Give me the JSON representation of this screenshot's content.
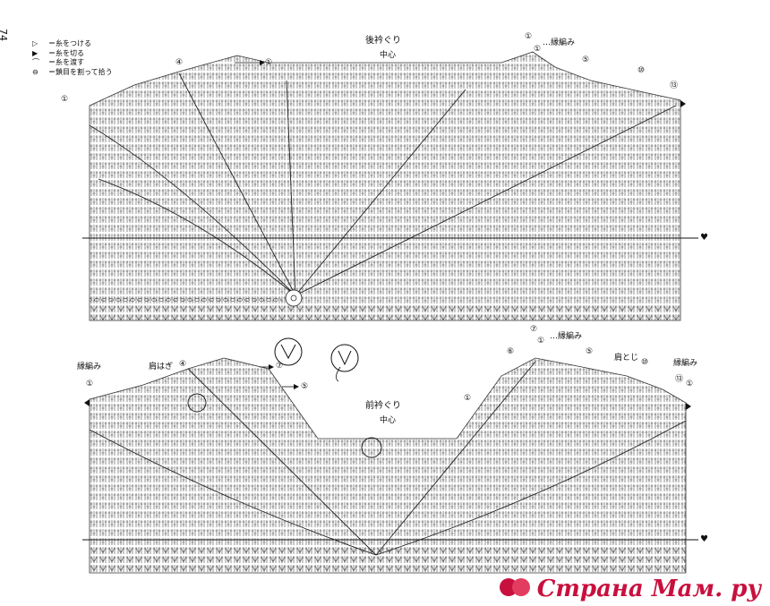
{
  "page_number": "74",
  "legend": [
    {
      "icon": "open-triangle-icon",
      "symbol": "▷",
      "text": "＝糸をつける"
    },
    {
      "icon": "filled-triangle-icon",
      "symbol": "▶",
      "text": "＝糸を切る"
    },
    {
      "icon": "carry-yarn-icon",
      "symbol": "⌒",
      "text": "＝糸を渡す"
    },
    {
      "icon": "split-chain-icon",
      "symbol": "⊖",
      "text": "＝鎖目を割って拾う"
    }
  ],
  "back": {
    "neck_label": "後衿ぐり",
    "center_label": "中心",
    "edge_label": "…縁編み",
    "row_numbers": [
      "①",
      "④",
      "①",
      "①",
      "①",
      "⑤",
      "⑩",
      "⑬"
    ],
    "heart": "♥"
  },
  "front": {
    "neck_label": "前衿ぐり",
    "center_label": "中心",
    "edge_label_left": "縁編み",
    "shoulder_left": "肩はぎ",
    "shoulder_right": "肩とじ",
    "edge_label_mid": "…縁編み",
    "edge_label_right": "縁編み",
    "row_numbers": [
      "①",
      "④",
      "⑦",
      "⑤",
      "①",
      "⑥",
      "⑦",
      "①",
      "⑤",
      "⑩",
      "⑬",
      "①"
    ],
    "heart": "♥"
  },
  "watermark": {
    "text": "Страна Мам",
    "suffix": ". ру"
  }
}
